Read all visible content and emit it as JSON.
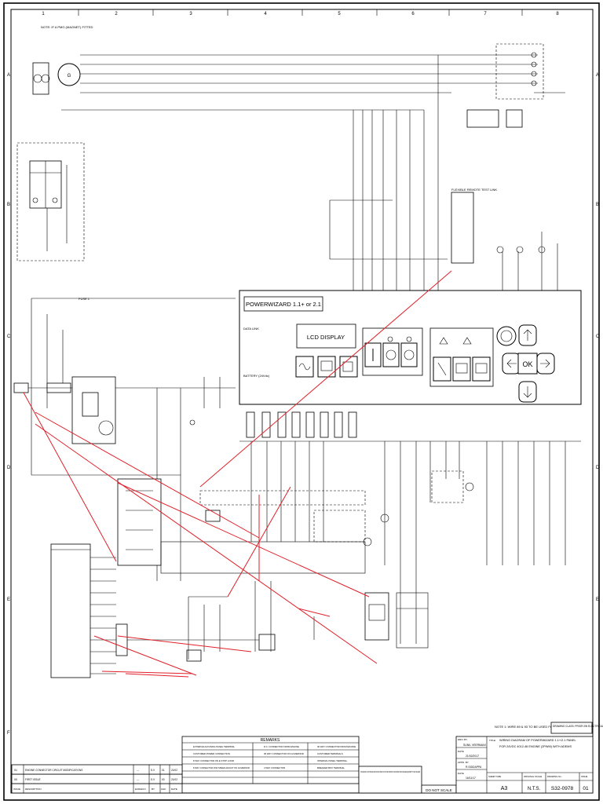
{
  "border": {
    "columns": [
      "1",
      "2",
      "3",
      "4",
      "5",
      "6",
      "7",
      "8"
    ],
    "rows": [
      "A",
      "B",
      "C",
      "D",
      "E",
      "F"
    ]
  },
  "panel": {
    "title": "POWERWIZARD 1.1+ or 2.1",
    "lcd_label": "LCD DISPLAY",
    "ok_label": "OK"
  },
  "notes": {
    "top_left": "NOTE: IF A PMG (MAGNET) FITTED",
    "flexible_remote": "FLEXIBLE REMOTE TEST LINK",
    "data_link": "DATA LINK",
    "battery": "BATTERY (24Vdc)",
    "fuse": "FUSE 1",
    "page_note": "NOTE 1: WIRE 89 & 93 TO BE USED FOR ADEMS",
    "drawing_class": "DRAWING CLASS: PRIOR 2W ELECTRICAL: ADEMS"
  },
  "remarks": {
    "heading": "REMARKS",
    "legend": [
      "EXTERNAL/HOUSING PANEL TERMINAL",
      "CUSTOMER POWER CONNECTION",
      "8 WAY CONNECTOR ON E STOP LOOM",
      "8 WAY CONNECTOR FOR SPEED ADJUST ON GOVERNOR",
      "D.C. CONNECTOR FROM ENGINE",
      "36 WAY CONNECTOR ON GOVERNOR",
      "4 WAY CONNECTOR",
      "36 WAY CONNECTOR FROM ENGINE",
      "CUSTOMER TERMINALS",
      "INTERNAL PANEL TERMINAL",
      "BREAKER BOX TERMINAL"
    ]
  },
  "revisions": {
    "rows": [
      {
        "issue": "01",
        "description": "ENGINE CONNECTOR CIRCUIT MODIFICATIONS",
        "ecr": "---",
        "by": "S.V",
        "chk": "01",
        "date": "21/02"
      },
      {
        "issue": "00",
        "description": "FIRST ISSUE",
        "ecr": "---",
        "by": "S.V",
        "chk": "00",
        "date": "21/02"
      }
    ],
    "header": {
      "issue": "ISSUE",
      "description": "DESCRIPTION",
      "ecr": "ECR/ECN",
      "by": "BY",
      "chk": "CHK",
      "date": "DATE"
    }
  },
  "title_block": {
    "copyright": "THIS DRAWING IS COPYRIGHTED AND MAY BE COPIED ONLY FOR THE PURPOSES OF MAINTAINING THE PURCHASED EQUIPMENT BY THE PURCHASER",
    "do_not_scale": "DO NOT SCALE",
    "drawn_by_label": "DRN. BY",
    "drawn_by": "SUNIL VEERMANI",
    "date_label": "DATE",
    "date": "21/02/2017",
    "appd_label": "APPD. BY",
    "appd_by": "R.SIDDAPPA",
    "appd_date": "16/11/17",
    "title_label": "TITLE",
    "title_line1": "WIRING DIAGRAM OF POWERWIZARD 1.1+/2.1 PANEL",
    "title_line2": "FOR 24VDC 4012-46 ENGINE (2PWM) WITH ADEMS",
    "sheet_size_label": "SHEET SIZE",
    "sheet_size": "A3",
    "scale_label": "ORIGINAL SCALE",
    "scale": "N.T.S.",
    "drawing_no_label": "DRAWING No.",
    "drawing_no": "S32-0978",
    "issue_label": "ISSUE",
    "issue": "01"
  }
}
